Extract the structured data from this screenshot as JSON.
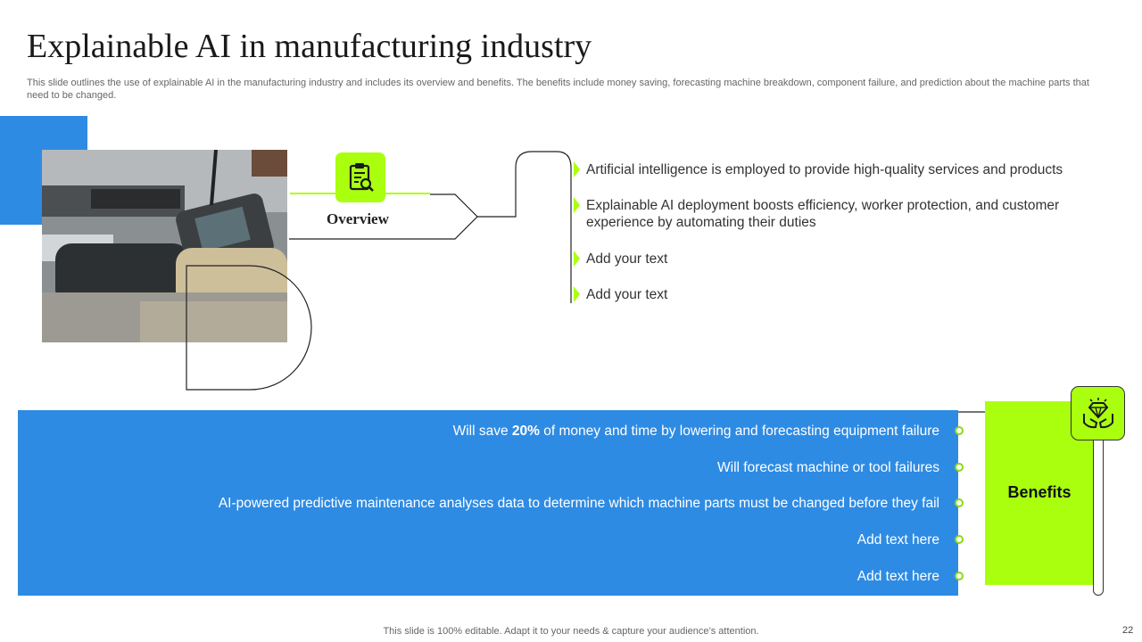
{
  "slide": {
    "title": "Explainable AI in manufacturing industry",
    "subtitle": "This slide outlines the use of explainable AI in the manufacturing industry and includes its overview and benefits. The benefits include money saving, forecasting machine breakdown, component failure, and prediction about the machine parts that need to be changed.",
    "footer": "This slide is 100% editable. Adapt it to your needs & capture your audience’s attention.",
    "page_number": "22"
  },
  "colors": {
    "accent_green": "#aaff0f",
    "accent_blue": "#2e8be3",
    "text_dark": "#333333"
  },
  "overview": {
    "label": "Overview",
    "icon": "clipboard-search-icon",
    "items": [
      "Artificial intelligence is employed to provide high-quality  services and products",
      "Explainable AI deployment boosts efficiency, worker protection, and customer experience by automating their duties",
      "Add your text",
      "Add your text"
    ]
  },
  "benefits": {
    "label": "Benefits",
    "icon": "hands-diamond-icon",
    "item1": {
      "pre": "Will save ",
      "bold": "20%",
      "post": " of money and time by lowering and forecasting equipment failure"
    },
    "items": [
      "Will forecast machine or tool failures",
      "AI-powered predictive maintenance analyses data to determine which machine parts must be changed before they fail",
      "Add text here",
      "Add text here"
    ]
  },
  "image": {
    "icon": "manufacturing-photo"
  }
}
